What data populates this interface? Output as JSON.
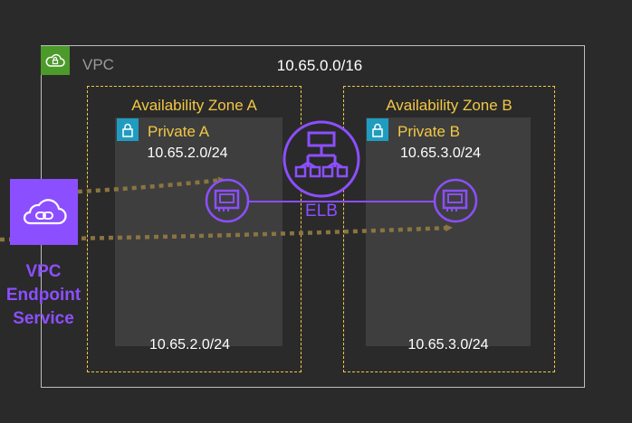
{
  "vpc": {
    "label": "VPC",
    "cidr": "10.65.0.0/16",
    "icon": "lock-cloud-icon"
  },
  "zones": [
    {
      "title": "Availability Zone A",
      "subnet": {
        "title": "Private A",
        "cidr_top": "10.65.2.0/24",
        "cidr_bottom": "10.65.2.0/24",
        "icon": "lock-icon"
      }
    },
    {
      "title": "Availability Zone B",
      "subnet": {
        "title": "Private B",
        "cidr_top": "10.65.3.0/24",
        "cidr_bottom": "10.65.3.0/24",
        "icon": "lock-icon"
      }
    }
  ],
  "elb": {
    "label": "ELB",
    "icon": "load-balancer-icon"
  },
  "endpoint_service": {
    "label_lines": [
      "VPC",
      "Endpoint",
      "Service"
    ],
    "icon": "cloud-link-icon"
  },
  "colors": {
    "zone": "#f2c744",
    "purple": "#8c4fff",
    "vpc_green": "#4c9a2a",
    "subnet_blue": "#1f9cc0",
    "flow_arrow": "#8a7440",
    "background": "#2a2a2a"
  }
}
